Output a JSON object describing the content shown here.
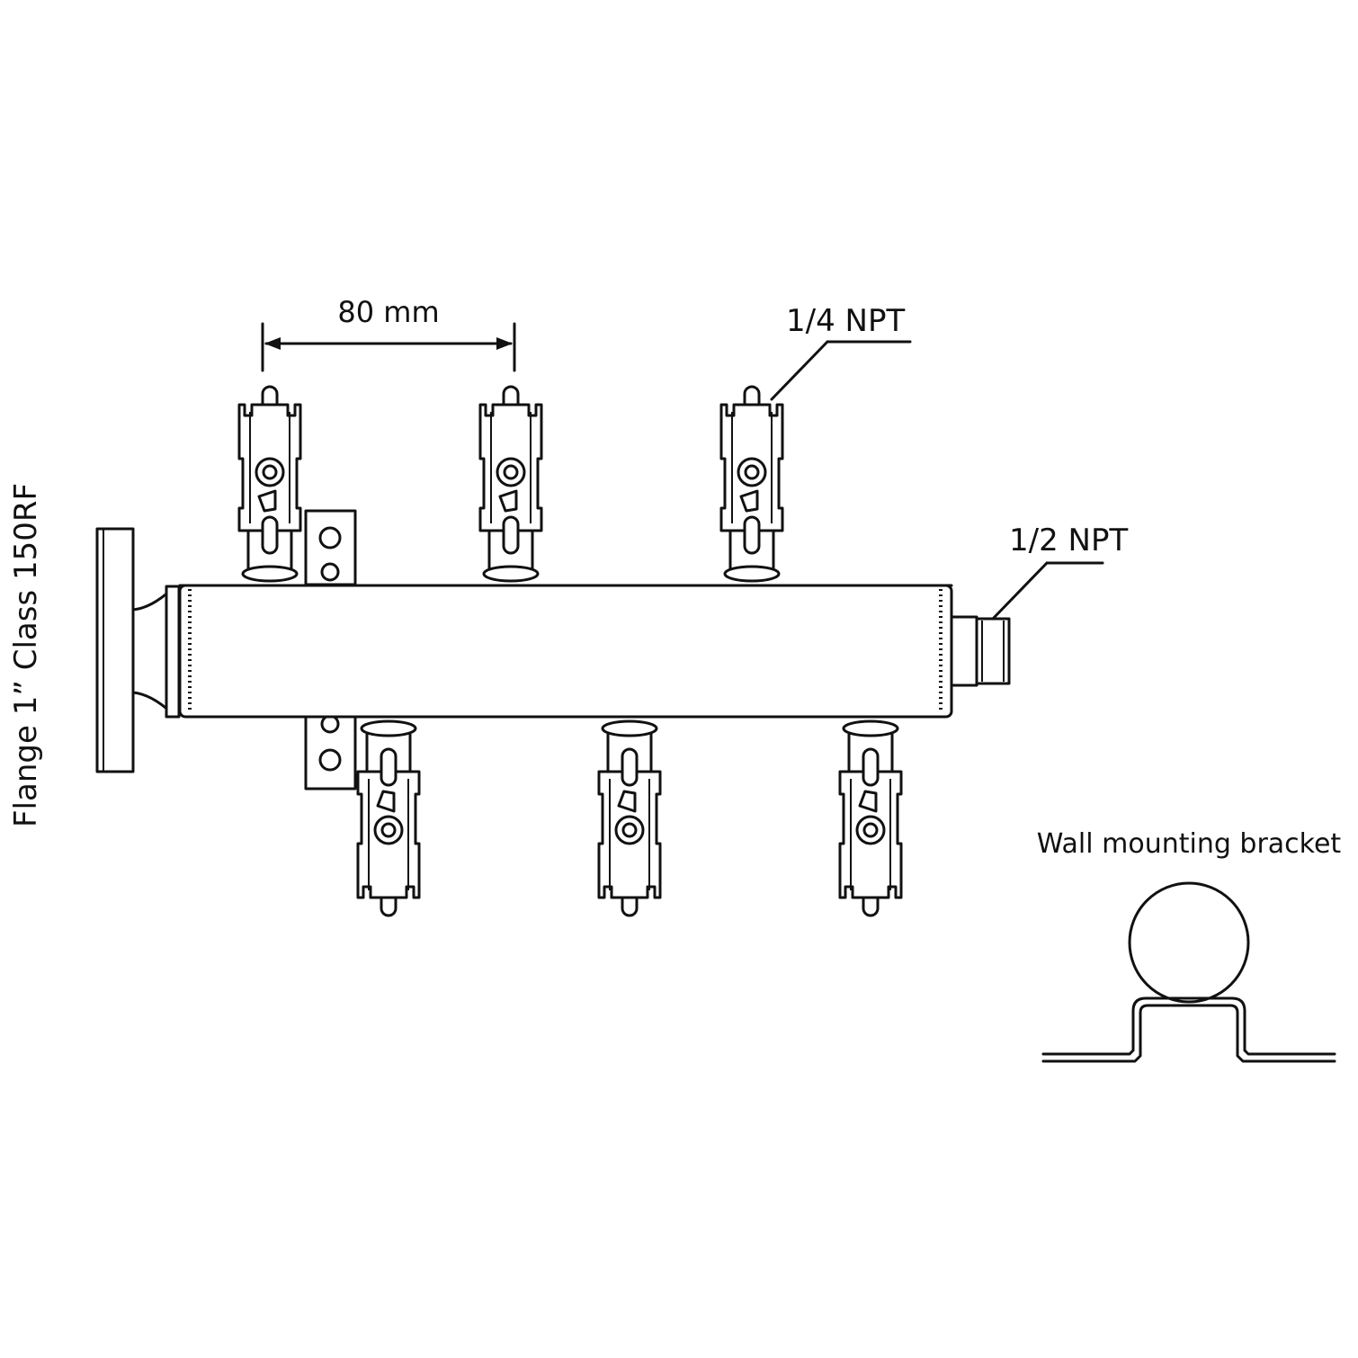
{
  "labels": {
    "spacing": "80 mm",
    "outlet_thread": "1/4 NPT",
    "inlet_thread": "1/2 NPT",
    "flange": "Flange 1” Class 150RF",
    "bracket": "Wall mounting bracket"
  },
  "valves": {
    "top_count": 3,
    "bottom_count": 3
  }
}
